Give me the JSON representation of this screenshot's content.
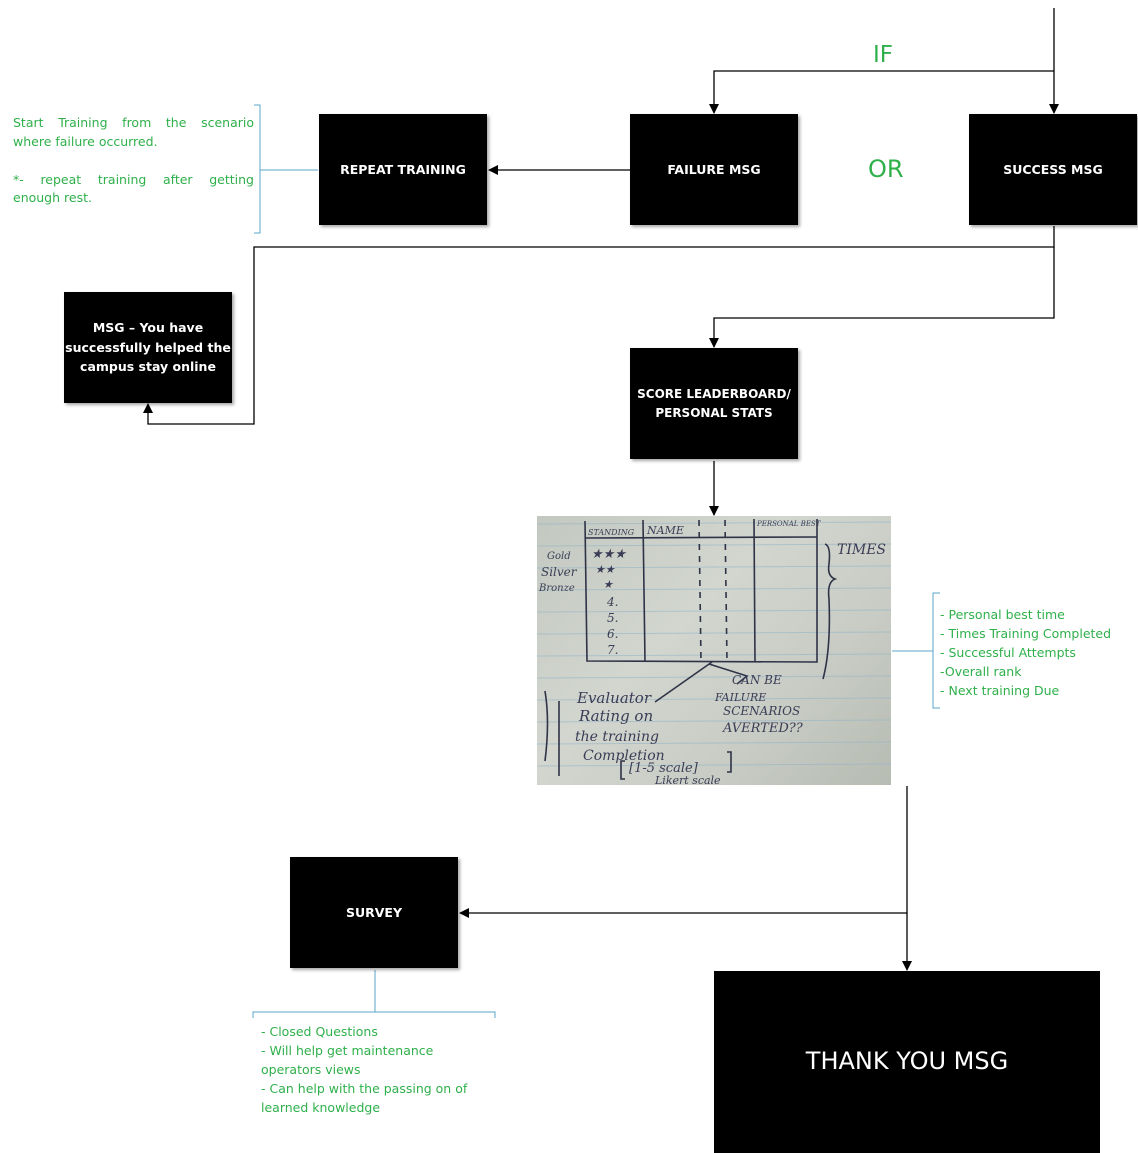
{
  "flow": {
    "if_label": "IF",
    "or_label": "OR",
    "boxes": {
      "failure": "FAILURE MSG",
      "success": "SUCCESS MSG",
      "repeat": "REPEAT TRAINING",
      "msg_line1": "MSG – You have",
      "msg_line2": "successfully helped the",
      "msg_line3": "campus stay online",
      "leader_line1": "SCORE LEADERBOARD/",
      "leader_line2": "PERSONAL STATS",
      "survey": "SURVEY",
      "thankyou": "THANK YOU MSG"
    }
  },
  "notes": {
    "repeat": {
      "line1": "Start Training from the scenario",
      "line2": "where failure occurred.",
      "line3": "*- repeat training after getting",
      "line4": "enough rest."
    },
    "stats": [
      "- Personal best time",
      "- Times Training Completed",
      "- Successful Attempts",
      "-Overall rank",
      "- Next training Due"
    ],
    "survey": [
      "- Closed Questions",
      "- Will help get maintenance",
      "operators views",
      "- Can help with the passing on of",
      "learned knowledge"
    ]
  },
  "sketch": {
    "headers": [
      "STANDING",
      "NAME",
      "PERSONAL BEST"
    ],
    "side_labels": [
      "Gold",
      "Silver",
      "Bronze"
    ],
    "rows": [
      "4.",
      "5.",
      "6.",
      "7."
    ],
    "times_label": "TIMES",
    "can_be": "CAN BE",
    "failure_line1": "FAILURE",
    "failure_line2": "SCENARIOS",
    "failure_line3": "AVERTED??",
    "eval_line1": "Evaluator",
    "eval_line2": "Rating on",
    "eval_line3": "the training",
    "eval_line4": "Completion",
    "scale_line1": "[1-5 scale]",
    "scale_line2": "Likert scale"
  },
  "colors": {
    "accent_green": "#2fb04b",
    "note_bracket": "#5aa6c8",
    "box": "#000000",
    "connector": "#000000"
  }
}
